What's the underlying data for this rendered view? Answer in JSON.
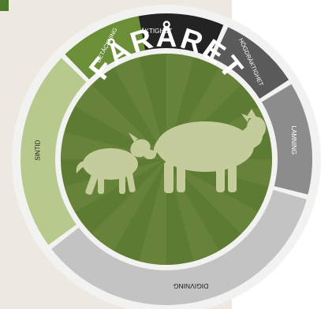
{
  "title": "FÅRÅRET",
  "segments": [
    {
      "id": "draktighet",
      "label": "DRÄKTIGHET",
      "color": "#232323",
      "text_color": "#ffffff"
    },
    {
      "id": "hogdraktighet",
      "label": "HÖGDRÄKTIGHET",
      "color": "#5a5a5a",
      "text_color": "#ffffff"
    },
    {
      "id": "lamning",
      "label": "LAMNING",
      "color": "#8c8c8c",
      "text_color": "#ffffff"
    },
    {
      "id": "digivning",
      "label": "DIGIVNING",
      "color": "#c3c3c3",
      "text_color": "#1a1a1a"
    },
    {
      "id": "sintid",
      "label": "SINTID",
      "color": "#b8c98e",
      "text_color": "#1a1a1a"
    },
    {
      "id": "betackning",
      "label": "BETÄCKNING",
      "color": "#6a8f36",
      "text_color": "#ffffff"
    }
  ],
  "colors": {
    "ring_bg": "#f2f2f0",
    "center_green": "#5d7b32",
    "ray_light": "#6d8b40",
    "sheep": "#c5cc9c",
    "title_text": "#ffffff"
  },
  "icons": [
    "lamb-icon",
    "ewe-icon"
  ]
}
